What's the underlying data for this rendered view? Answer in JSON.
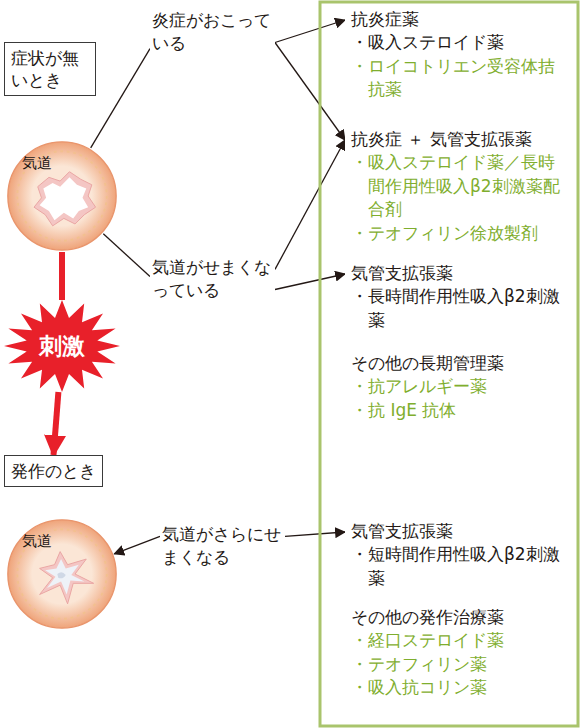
{
  "diagram": {
    "nodes": [
      {
        "text": [
          "症状が無いとき"
        ]
      },
      {
        "text": [
          "気道"
        ]
      },
      {
        "text": [
          "炎症がおこっている"
        ]
      },
      {
        "text": [
          "気道がせまくなっている"
        ]
      },
      {
        "text": [
          "刺激"
        ]
      },
      {
        "text": [
          "発作のとき"
        ]
      },
      {
        "text": [
          "気道"
        ]
      },
      {
        "text": [
          "気道がさらにせまくなる"
        ]
      },
      {
        "text": [
          "抗炎症薬",
          "・吸入ステロイド薬",
          "・ロイコトリエン受容体拮抗薬"
        ]
      },
      {
        "text": [
          "抗炎症 ＋ 気管支拡張薬",
          "・吸入ステロイド薬／長時間作用性吸入β2刺激薬配合剤",
          "・テオフィリン徐放製剤"
        ]
      },
      {
        "text": [
          "気管支拡張薬",
          "・長時間作用性吸入β2刺激薬"
        ]
      },
      {
        "text": [
          "その他の長期管理薬",
          "・抗アレルギー薬",
          "・抗 IgE 抗体"
        ]
      },
      {
        "text": [
          "気管支拡張薬",
          "・短時間作用性吸入β2刺激薬"
        ]
      },
      {
        "text": [
          "その他の発作治療薬",
          "・経口ステロイド薬",
          "・テオフィリン薬",
          "・吸入抗コリン薬"
        ]
      }
    ],
    "edges": [
      {
        "from": 1,
        "to": 2,
        "arrow": "none"
      },
      {
        "from": 1,
        "to": 4,
        "arrow": "none"
      },
      {
        "from": 4,
        "to": 5,
        "arrow": "to"
      },
      {
        "from": 1,
        "to": 3,
        "arrow": "none"
      },
      {
        "from": 2,
        "to": 8,
        "arrow": "to"
      },
      {
        "from": 2,
        "to": 9,
        "arrow": "to"
      },
      {
        "from": 3,
        "to": 9,
        "arrow": "to"
      },
      {
        "from": 3,
        "to": 10,
        "arrow": "to"
      },
      {
        "from": 7,
        "to": 6,
        "arrow": "to"
      },
      {
        "from": 7,
        "to": 12,
        "arrow": "to"
      }
    ]
  }
}
